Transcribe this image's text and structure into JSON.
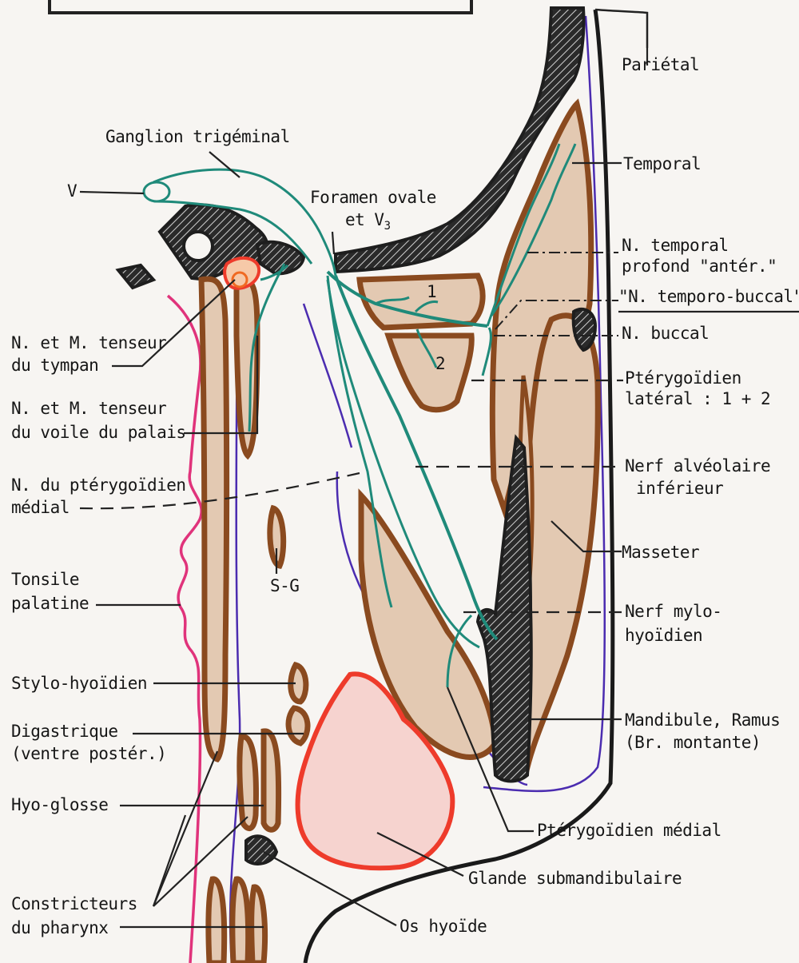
{
  "labels": {
    "parietal": "Pariétal",
    "ganglion": "Ganglion trigéminal",
    "temporal": "Temporal",
    "v": "V",
    "foramen_1": "Foramen ovale",
    "foramen_2": "et V",
    "foramen_sub": "3",
    "n_temporal_1": "N. temporal",
    "n_temporal_2": "profond  \"antér.\"",
    "temporo_buccal": "\"N. temporo-buccal\"",
    "n_buccal": "N. buccal",
    "tenseur_tympan_1": "N. et M. tenseur",
    "tenseur_tympan_2": "du tympan",
    "pterygo_lat_1": "Ptérygoïdien",
    "pterygo_lat_2": "latéral : 1 + 2",
    "num_1": "1",
    "num_2": "2",
    "tenseur_voile_1": "N. et M. tenseur",
    "tenseur_voile_2": "du voile du palais",
    "nerf_alv_1": "Nerf alvéolaire",
    "nerf_alv_2": "inférieur",
    "n_pterygo_med_1": "N. du ptérygoïdien",
    "n_pterygo_med_2": "médial",
    "masseter": "Masseter",
    "tonsile_1": "Tonsile",
    "tonsile_2": "palatine",
    "sg": "S-G",
    "mylo_1": "Nerf mylo-",
    "mylo_2": "hyoïdien",
    "stylo": "Stylo-hyoïdien",
    "digastrique_1": "Digastrique",
    "digastrique_2": "(ventre postér.)",
    "mandibule_1": "Mandibule, Ramus",
    "mandibule_2": "(Br. montante)",
    "hyo_glosse": "Hyo-glosse",
    "pterygo_med": "Ptérygoïdien médial",
    "glande": "Glande submandibulaire",
    "constricteurs_1": "Constricteurs",
    "constricteurs_2": "du pharynx",
    "os_hyoide": "Os hyoïde"
  },
  "colors": {
    "muscle_fill": "#e3c9b2",
    "muscle_outline": "#8a4a1f",
    "nerve": "#1f8a7a",
    "mucosa": "#e0337b",
    "vessel": "#4b2cb0",
    "gland_fill": "#f6d3cf",
    "gland_outline": "#ee3b2b",
    "bone_hatch": "#1e1e1e"
  }
}
